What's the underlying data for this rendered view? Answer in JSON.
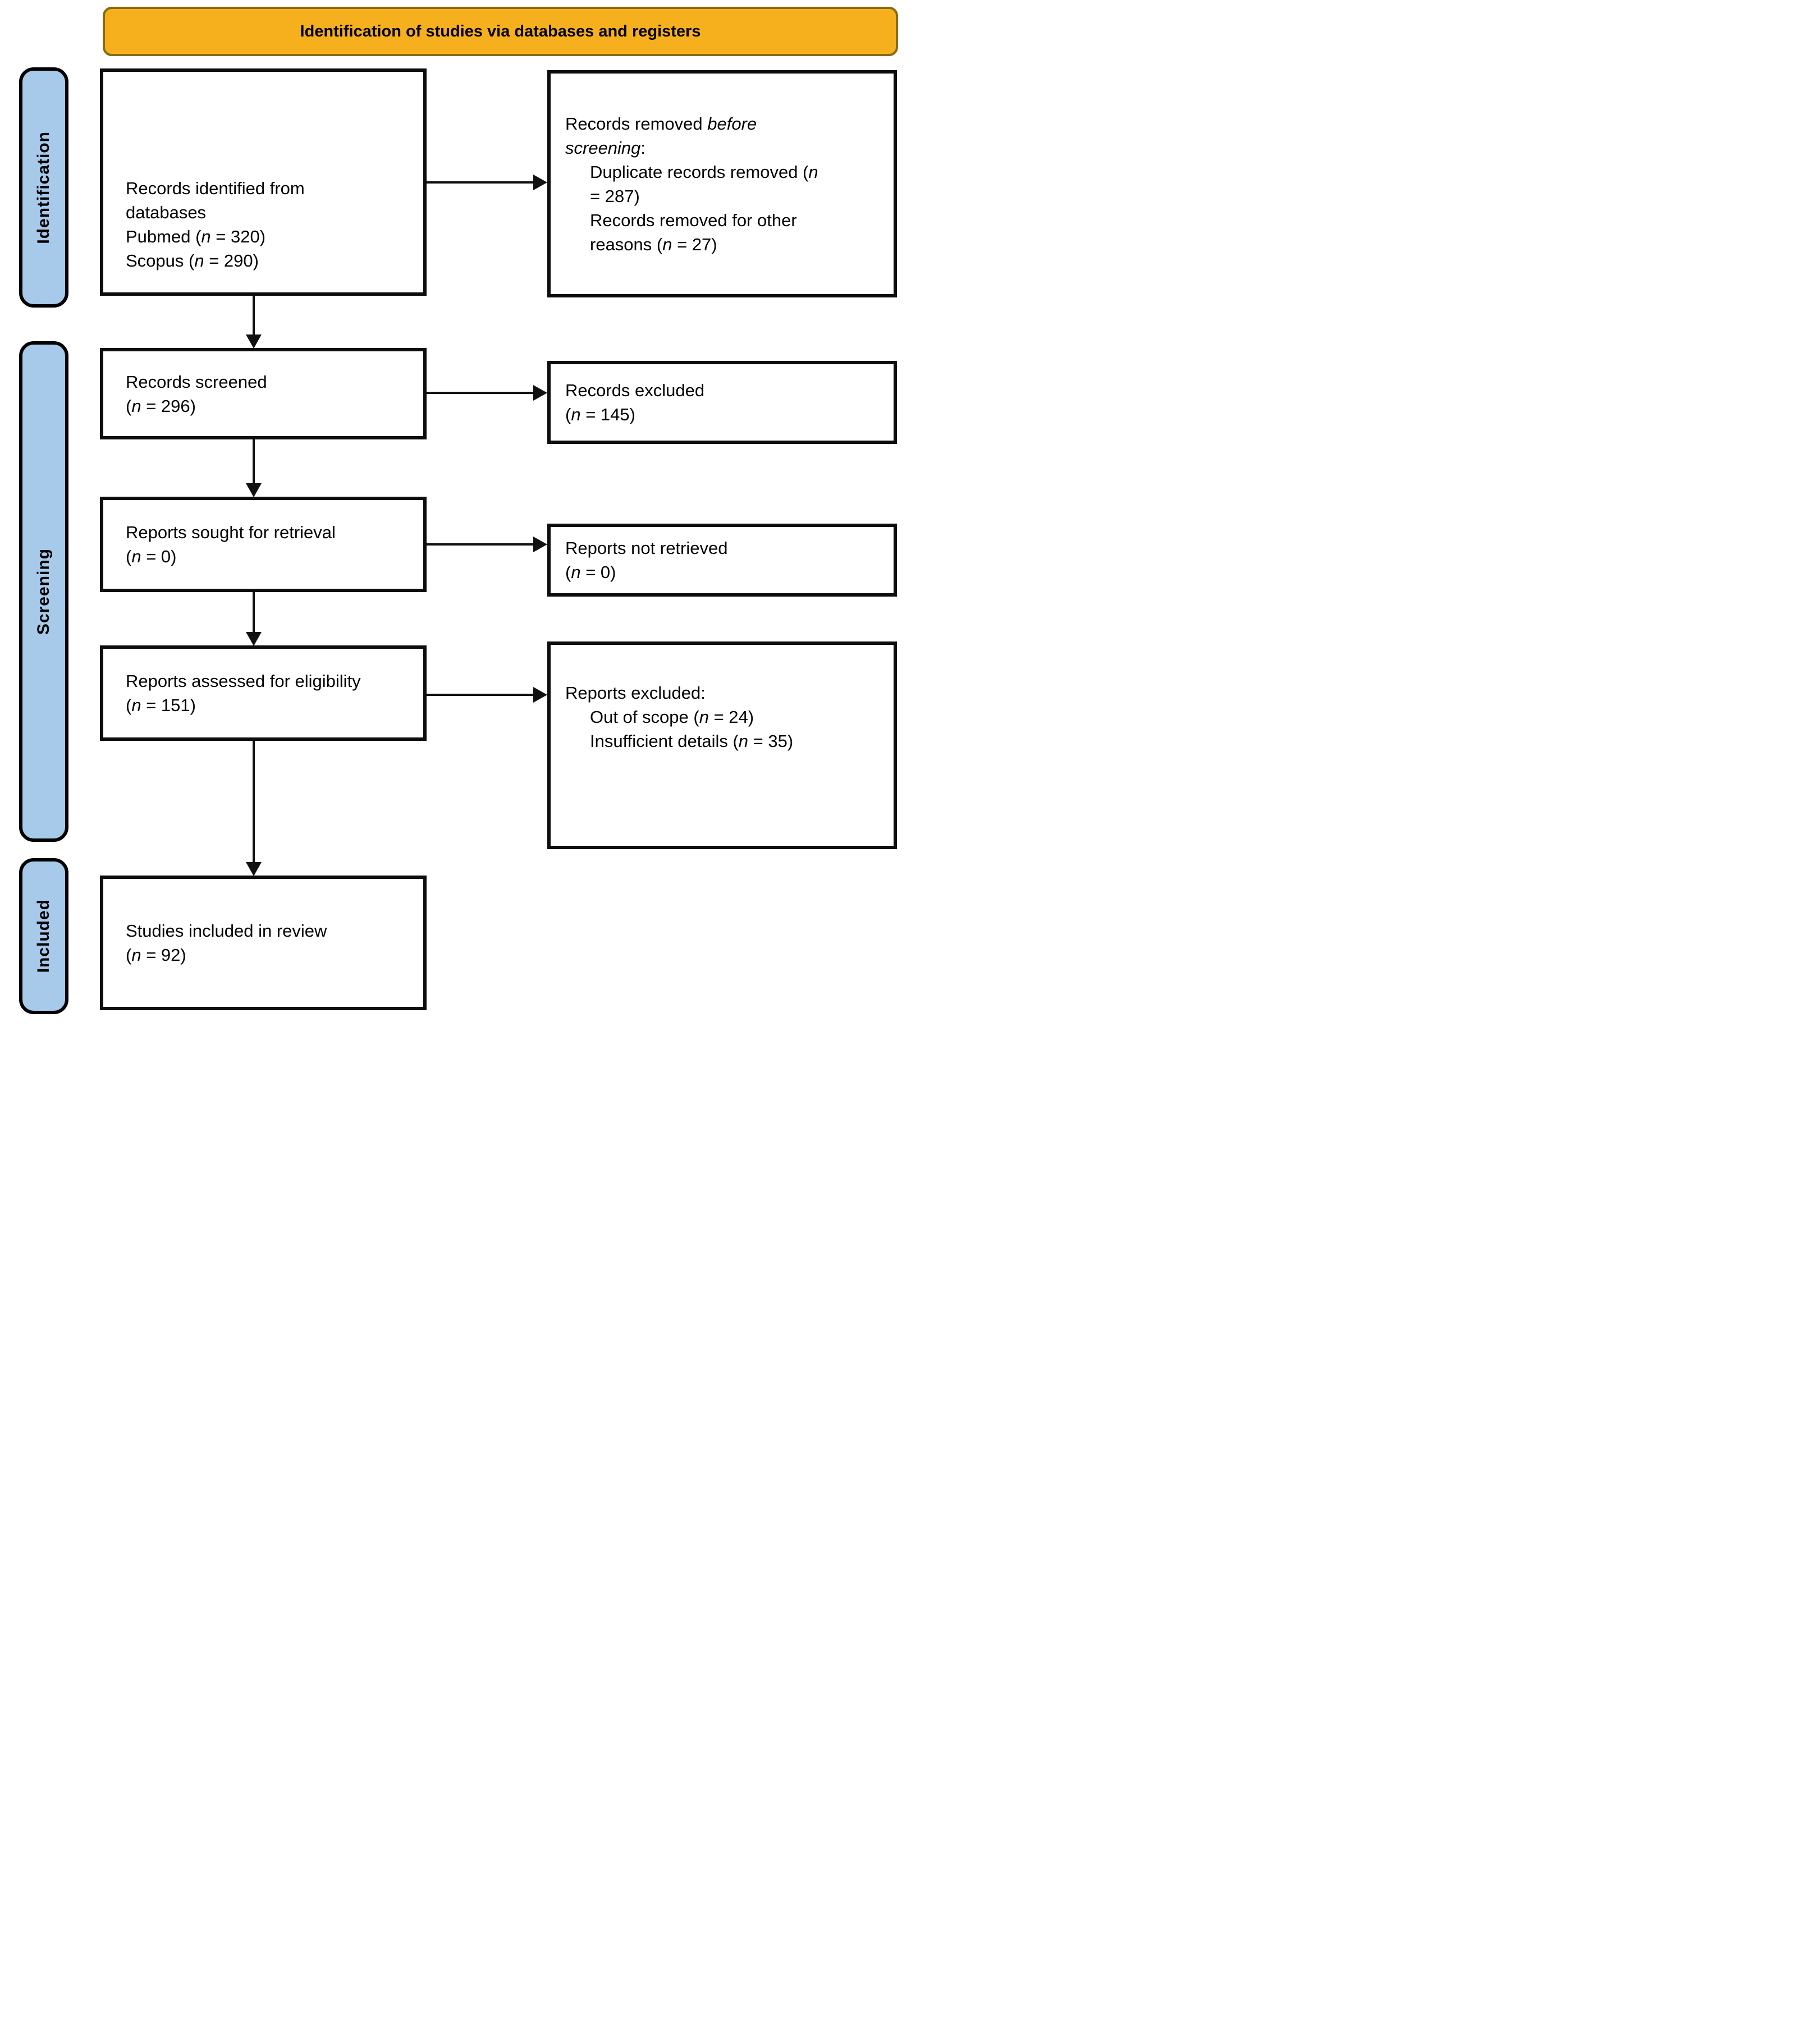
{
  "figure": {
    "title": "Identification of studies via databases and registers"
  },
  "colors": {
    "banner_bg": "#F6B01E",
    "banner_border": "#8A6A12",
    "stage_bg": "#A7C9EA",
    "box_border": "#0D0D0D",
    "arrow": "#111111"
  },
  "stages": [
    {
      "label": "Identification"
    },
    {
      "label": "Screening"
    },
    {
      "label": "Included"
    }
  ],
  "boxes": {
    "records_identified": {
      "lines": [
        {
          "seg": [
            {
              "t": "Records identified from"
            }
          ]
        },
        {
          "seg": [
            {
              "t": "databases"
            }
          ]
        },
        {
          "seg": [
            {
              "t": "Pubmed ("
            },
            {
              "t": "n",
              "i": true
            },
            {
              "t": " = 320)"
            }
          ]
        },
        {
          "seg": [
            {
              "t": "Scopus ("
            },
            {
              "t": "n",
              "i": true
            },
            {
              "t": " = 290)"
            }
          ]
        }
      ]
    },
    "records_removed": {
      "lines": [
        {
          "seg": [
            {
              "t": "Records removed "
            },
            {
              "t": "before",
              "i": true
            }
          ]
        },
        {
          "seg": [
            {
              "t": "screening",
              "i": true
            },
            {
              "t": ":"
            }
          ]
        },
        {
          "ind": true,
          "seg": [
            {
              "t": "Duplicate records removed ("
            },
            {
              "t": "n",
              "i": true
            }
          ]
        },
        {
          "ind": true,
          "seg": [
            {
              "t": "= 287)"
            }
          ]
        },
        {
          "ind": true,
          "seg": [
            {
              "t": "Records removed for other"
            }
          ]
        },
        {
          "ind": true,
          "seg": [
            {
              "t": "reasons ("
            },
            {
              "t": "n",
              "i": true
            },
            {
              "t": " = 27)"
            }
          ]
        }
      ]
    },
    "records_screened": {
      "lines": [
        {
          "seg": [
            {
              "t": "Records screened"
            }
          ]
        },
        {
          "seg": [
            {
              "t": "("
            },
            {
              "t": "n",
              "i": true
            },
            {
              "t": " = 296)"
            }
          ]
        }
      ]
    },
    "records_excluded": {
      "lines": [
        {
          "seg": [
            {
              "t": "Records excluded"
            }
          ]
        },
        {
          "seg": [
            {
              "t": "("
            },
            {
              "t": "n",
              "i": true
            },
            {
              "t": " = 145)"
            }
          ]
        }
      ]
    },
    "reports_sought": {
      "lines": [
        {
          "seg": [
            {
              "t": "Reports sought for retrieval"
            }
          ]
        },
        {
          "seg": [
            {
              "t": "("
            },
            {
              "t": "n",
              "i": true
            },
            {
              "t": " = 0)"
            }
          ]
        }
      ]
    },
    "reports_not_retrieved": {
      "lines": [
        {
          "seg": [
            {
              "t": "Reports not retrieved"
            }
          ]
        },
        {
          "seg": [
            {
              "t": "("
            },
            {
              "t": "n",
              "i": true
            },
            {
              "t": " = 0)"
            }
          ]
        }
      ]
    },
    "reports_assessed": {
      "lines": [
        {
          "seg": [
            {
              "t": "Reports assessed for eligibility"
            }
          ]
        },
        {
          "seg": [
            {
              "t": "("
            },
            {
              "t": "n",
              "i": true
            },
            {
              "t": " = 151)"
            }
          ]
        }
      ]
    },
    "reports_excluded": {
      "lines": [
        {
          "seg": [
            {
              "t": "Reports excluded:"
            }
          ]
        },
        {
          "ind": true,
          "seg": [
            {
              "t": "Out of scope ("
            },
            {
              "t": "n",
              "i": true
            },
            {
              "t": " = 24)"
            }
          ]
        },
        {
          "ind": true,
          "seg": [
            {
              "t": "Insufficient details ("
            },
            {
              "t": "n",
              "i": true
            },
            {
              "t": " = 35)"
            }
          ]
        }
      ]
    },
    "studies_included": {
      "lines": [
        {
          "seg": [
            {
              "t": "Studies included in review"
            }
          ]
        },
        {
          "seg": [
            {
              "t": "("
            },
            {
              "t": "n",
              "i": true
            },
            {
              "t": " = 92)"
            }
          ]
        }
      ]
    }
  }
}
